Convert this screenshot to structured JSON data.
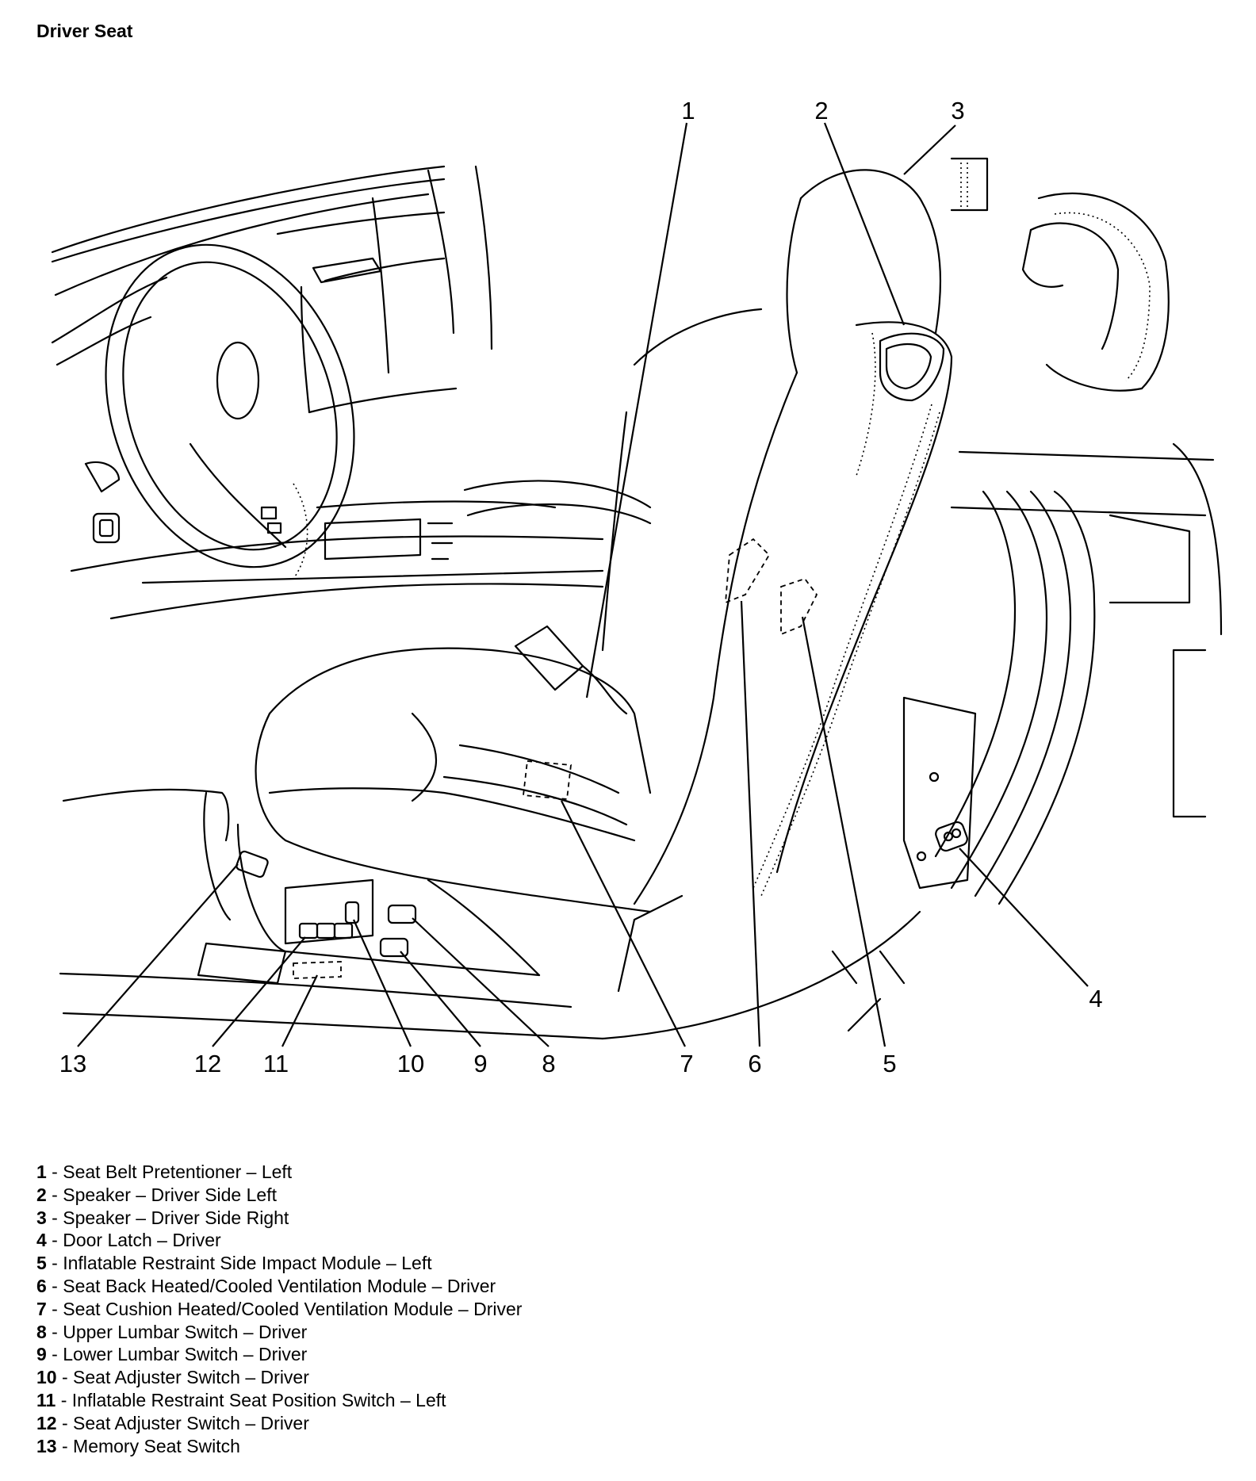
{
  "page": {
    "title": "Driver Seat"
  },
  "callouts": [
    {
      "id": "1",
      "label": "1"
    },
    {
      "id": "2",
      "label": "2"
    },
    {
      "id": "3",
      "label": "3"
    },
    {
      "id": "4",
      "label": "4"
    },
    {
      "id": "5",
      "label": "5"
    },
    {
      "id": "6",
      "label": "6"
    },
    {
      "id": "7",
      "label": "7"
    },
    {
      "id": "8",
      "label": "8"
    },
    {
      "id": "9",
      "label": "9"
    },
    {
      "id": "10",
      "label": "10"
    },
    {
      "id": "11",
      "label": "11"
    },
    {
      "id": "12",
      "label": "12"
    },
    {
      "id": "13",
      "label": "13"
    }
  ],
  "legend": [
    {
      "num": "1",
      "text": " - Seat Belt Pretentioner – Left"
    },
    {
      "num": "2",
      "text": " - Speaker – Driver Side Left"
    },
    {
      "num": "3",
      "text": " - Speaker – Driver Side Right"
    },
    {
      "num": "4",
      "text": " - Door Latch – Driver"
    },
    {
      "num": "5",
      "text": " - Inflatable Restraint Side Impact Module – Left"
    },
    {
      "num": "6",
      "text": " - Seat Back Heated/Cooled Ventilation Module – Driver"
    },
    {
      "num": "7",
      "text": " - Seat Cushion Heated/Cooled Ventilation Module – Driver"
    },
    {
      "num": "8",
      "text": " - Upper Lumbar Switch – Driver"
    },
    {
      "num": "9",
      "text": " - Lower Lumbar Switch – Driver"
    },
    {
      "num": "10",
      "text": " - Seat Adjuster Switch – Driver"
    },
    {
      "num": "11",
      "text": " - Inflatable Restraint Seat Position Switch – Left"
    },
    {
      "num": "12",
      "text": " - Seat Adjuster Switch – Driver"
    },
    {
      "num": "13",
      "text": " - Memory Seat Switch"
    }
  ]
}
